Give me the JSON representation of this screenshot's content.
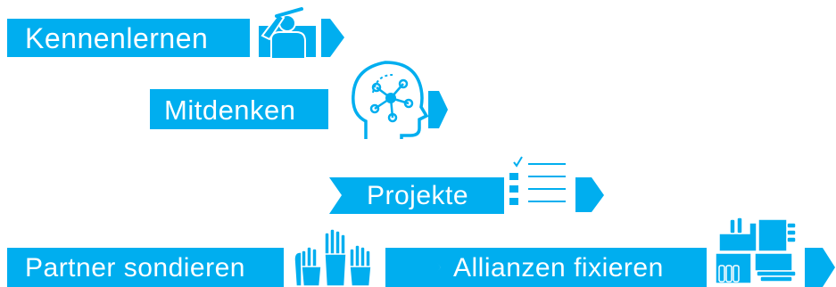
{
  "colors": {
    "accent": "#00aeef",
    "background": "#ffffff",
    "text": "#ffffff"
  },
  "steps": [
    {
      "label": "Kennenlernen",
      "icon": "person-waving-icon"
    },
    {
      "label": "Mitdenken",
      "icon": "brain-network-icon"
    },
    {
      "label": "Projekte",
      "icon": "checklist-icon"
    },
    {
      "label": "Partner sondieren",
      "icon": "raised-hands-icon"
    },
    {
      "label": "Allianzen fixieren",
      "icon": "interlocked-hands-icon"
    }
  ]
}
